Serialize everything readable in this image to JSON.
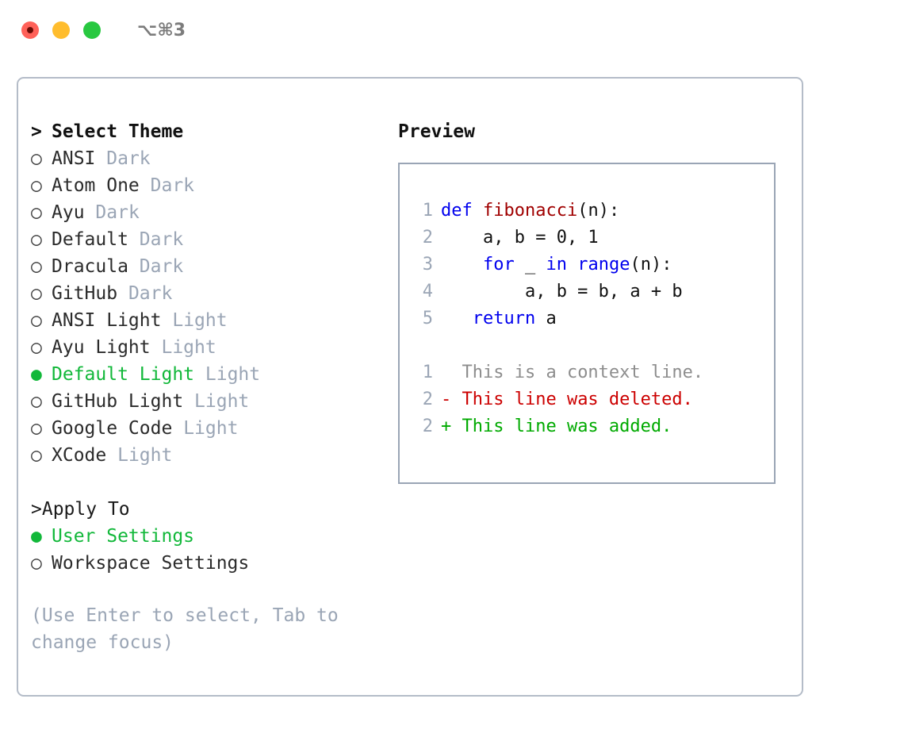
{
  "window": {
    "shortcut": "⌥⌘3",
    "traffic_lights": [
      {
        "name": "close-button",
        "color": "#ff6159"
      },
      {
        "name": "minimize-button",
        "color": "#ffbd2e"
      },
      {
        "name": "maximize-button",
        "color": "#28c840"
      }
    ]
  },
  "theme_picker": {
    "header": "Select Theme",
    "caret": ">",
    "marker_unselected": "○",
    "marker_selected": "●",
    "items": [
      {
        "name": "ANSI",
        "category": "Dark",
        "selected": false
      },
      {
        "name": "Atom One",
        "category": "Dark",
        "selected": false
      },
      {
        "name": "Ayu",
        "category": "Dark",
        "selected": false
      },
      {
        "name": "Default",
        "category": "Dark",
        "selected": false
      },
      {
        "name": "Dracula",
        "category": "Dark",
        "selected": false
      },
      {
        "name": "GitHub",
        "category": "Dark",
        "selected": false
      },
      {
        "name": "ANSI Light",
        "category": "Light",
        "selected": false
      },
      {
        "name": "Ayu Light",
        "category": "Light",
        "selected": false
      },
      {
        "name": "Default Light",
        "category": "Light",
        "selected": true
      },
      {
        "name": "GitHub Light",
        "category": "Light",
        "selected": false
      },
      {
        "name": "Google Code",
        "category": "Light",
        "selected": false
      },
      {
        "name": "XCode",
        "category": "Light",
        "selected": false
      }
    ]
  },
  "apply_to": {
    "header": "Apply To",
    "items": [
      {
        "name": "User Settings",
        "selected": true
      },
      {
        "name": "Workspace Settings",
        "selected": false
      }
    ]
  },
  "hint": "(Use Enter to select, Tab to change focus)",
  "preview": {
    "title": "Preview",
    "code_lines": [
      {
        "number": "1",
        "segments": [
          {
            "text": "def ",
            "style": "kw"
          },
          {
            "text": "fibonacci",
            "style": "fn"
          },
          {
            "text": "(n):",
            "style": "txt"
          }
        ]
      },
      {
        "number": "2",
        "segments": [
          {
            "text": "    a, b = 0, 1",
            "style": "txt"
          }
        ]
      },
      {
        "number": "3",
        "segments": [
          {
            "text": "    ",
            "style": "txt"
          },
          {
            "text": "for",
            "style": "kw"
          },
          {
            "text": " _ ",
            "style": "txt"
          },
          {
            "text": "in ",
            "style": "kw"
          },
          {
            "text": "range",
            "style": "kw"
          },
          {
            "text": "(n):",
            "style": "txt"
          }
        ]
      },
      {
        "number": "4",
        "segments": [
          {
            "text": "        a, b = b, a + b",
            "style": "txt"
          }
        ]
      },
      {
        "number": "5",
        "segments": [
          {
            "text": "   ",
            "style": "txt"
          },
          {
            "text": "return",
            "style": "kw"
          },
          {
            "text": " a",
            "style": "txt"
          }
        ]
      }
    ],
    "diff_lines": [
      {
        "number": "1",
        "marker": " ",
        "text": " This is a context line.",
        "style": "ctx"
      },
      {
        "number": "2",
        "marker": "-",
        "text": " This line was deleted.",
        "style": "del"
      },
      {
        "number": "2",
        "marker": "+",
        "text": " This line was added.",
        "style": "add"
      }
    ]
  },
  "colors": {
    "accent_green": "#12b83a",
    "muted": "#9aa5b5",
    "panel_border": "#b4bcc8",
    "preview_border": "#9aa5b5",
    "keyword": "#0000ee",
    "function": "#a00000",
    "deleted": "#cc0000",
    "added": "#00aa00"
  }
}
